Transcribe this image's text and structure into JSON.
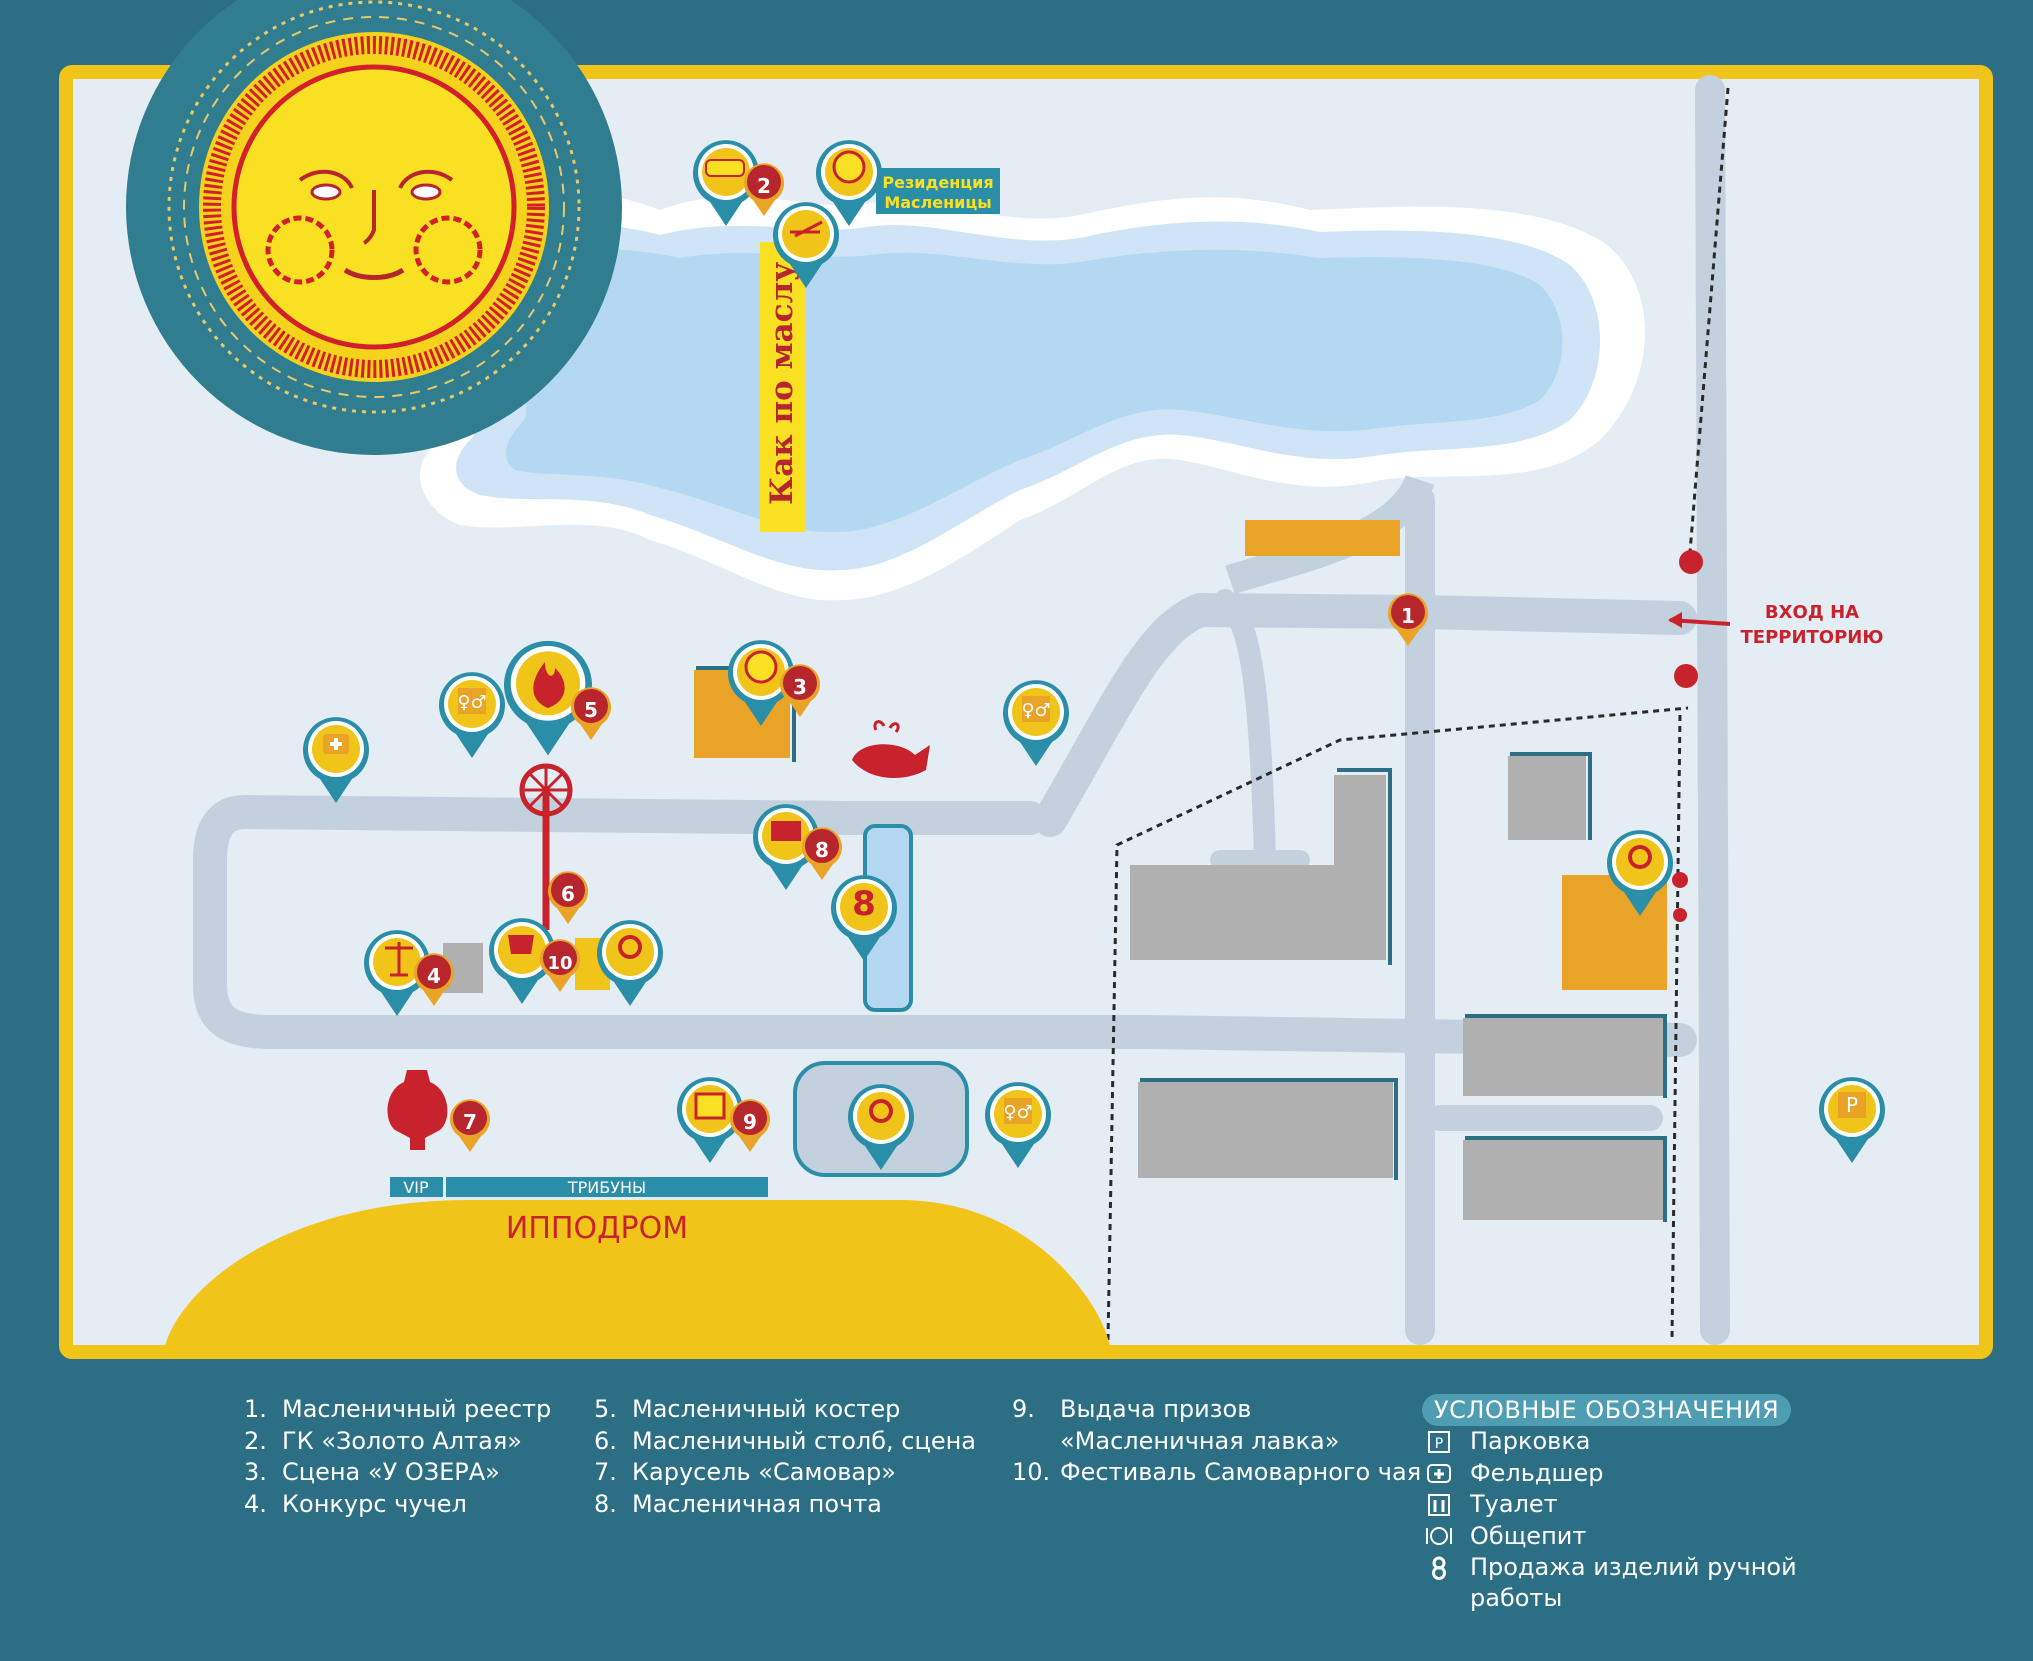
{
  "map": {
    "title_banner": "Как по маслу",
    "residence_label": [
      "Резиденция",
      "Масленицы"
    ],
    "entrance_label": [
      "ВХОД НА",
      "ТЕРРИТОРИЮ"
    ],
    "hippodrome_label": "ИППОДРОМ",
    "vip_label": "VIP",
    "stands_label": "ТРИБУНЫ",
    "pins": [
      {
        "num": "1",
        "icon": "number-only"
      },
      {
        "num": "2",
        "icon": "gold-bus-icon"
      },
      {
        "num": "3",
        "icon": "sun-stage-icon"
      },
      {
        "num": "4",
        "icon": "scarecrow-icon"
      },
      {
        "num": "5",
        "icon": "bonfire-icon"
      },
      {
        "num": "6",
        "icon": "pole-icon"
      },
      {
        "num": "7",
        "icon": "samovar-icon"
      },
      {
        "num": "8",
        "icon": "mail-icon"
      },
      {
        "num": "9",
        "icon": "gift-icon"
      },
      {
        "num": "10",
        "icon": "teacup-icon"
      }
    ],
    "colors": {
      "frame": "#2c6e84",
      "border": "#f0c419",
      "ground": "#e4ecf4",
      "road": "#c3d1de",
      "water": "#b5d8f2",
      "building": "#b0b0b0",
      "orange_block": "#e9a326",
      "accent_red": "#c8232c",
      "pin_blue": "#2a8ea8"
    }
  },
  "legend": {
    "items": [
      {
        "num": "1.",
        "label": "Масленичный реестр"
      },
      {
        "num": "2.",
        "label": "ГК «Золото Алтая»"
      },
      {
        "num": "3.",
        "label": "Сцена «У ОЗЕРА»"
      },
      {
        "num": "4.",
        "label": "Конкурс чучел"
      },
      {
        "num": "5.",
        "label": "Масленичный костер"
      },
      {
        "num": "6.",
        "label": "Масленичный столб, сцена"
      },
      {
        "num": "7.",
        "label": "Карусель «Самовар»"
      },
      {
        "num": "8.",
        "label": "Масленичная почта"
      },
      {
        "num": "9.",
        "label": "Выдача призов"
      },
      {
        "num": "",
        "label": "«Масленичная лавка»"
      },
      {
        "num": "10.",
        "label": "Фестиваль Самоварного чая"
      }
    ]
  },
  "symbols": {
    "title": "УСЛОВНЫЕ ОБОЗНАЧЕНИЯ",
    "items": [
      {
        "icon": "parking-icon",
        "label": "Парковка"
      },
      {
        "icon": "medic-icon",
        "label": "Фельдшер"
      },
      {
        "icon": "toilet-icon",
        "label": "Туалет"
      },
      {
        "icon": "food-icon",
        "label": "Общепит"
      },
      {
        "icon": "handicraft-icon",
        "label": "Продажа изделий ручной работы"
      }
    ]
  }
}
